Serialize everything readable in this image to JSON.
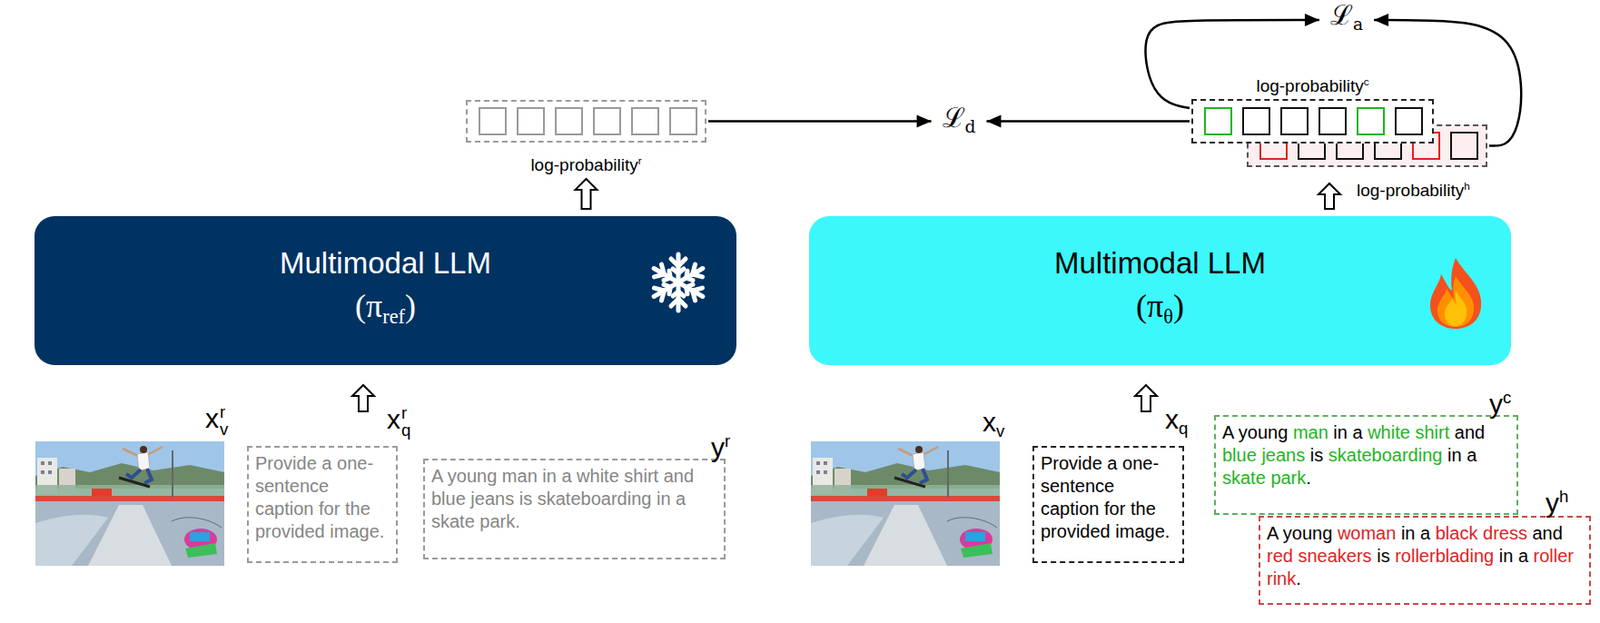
{
  "diagram": {
    "nodes": [
      {
        "text": [
          "ℒa"
        ]
      },
      {
        "text": [
          "log-probabilityr"
        ]
      },
      {
        "text": [
          "ℒd"
        ]
      },
      {
        "text": [
          "log-probabilityc"
        ]
      },
      {
        "text": [
          "log-probabilityh"
        ]
      },
      {
        "text": [
          "Multimodal LLM",
          "(πref)"
        ]
      },
      {
        "text": [
          "Multimodal LLM",
          "(πθ)"
        ]
      },
      {
        "text": [
          "xrq",
          "Provide a one-sentence caption for the provided image."
        ]
      },
      {
        "text": [
          "yr",
          "A young man in a white shirt and blue jeans is skateboarding in a skate park."
        ]
      },
      {
        "text": [
          "xq",
          "Provide a one-sentence caption for the provided image."
        ]
      },
      {
        "text": [
          "yc",
          "A young man in a white shirt and blue jeans is skateboarding in a skate park."
        ]
      },
      {
        "text": [
          "yh",
          "A young woman in a black dress and red sneakers is rollerblading in a roller rink."
        ]
      }
    ],
    "edges": [
      {
        "from": 1,
        "to": 2,
        "arrow": "to"
      },
      {
        "from": 3,
        "to": 2,
        "arrow": "to"
      },
      {
        "from": 3,
        "to": 0,
        "arrow": "to"
      },
      {
        "from": 4,
        "to": 0,
        "arrow": "to"
      },
      {
        "from": 7,
        "to": 5,
        "arrow": "to"
      },
      {
        "from": 5,
        "to": 1,
        "arrow": "to"
      },
      {
        "from": 9,
        "to": 6,
        "arrow": "to"
      },
      {
        "from": 6,
        "to": 4,
        "arrow": "to"
      }
    ],
    "labels": [
      "xrv",
      "xv"
    ]
  }
}
